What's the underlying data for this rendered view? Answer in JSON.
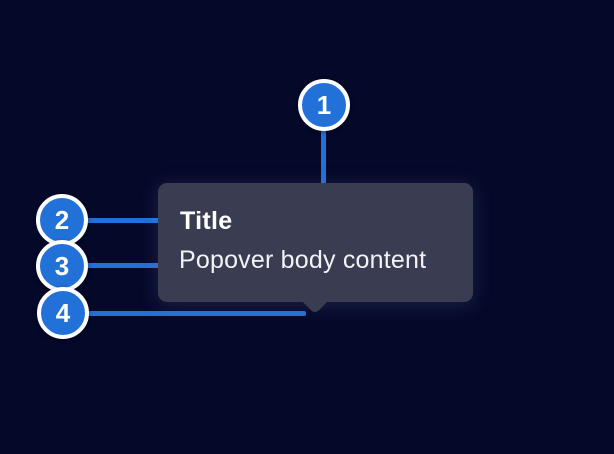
{
  "colors": {
    "background": "#040829",
    "popover_bg": "#3a3d51",
    "accent_blue": "#2171d9",
    "text_primary": "#ffffff"
  },
  "popover": {
    "title": "Title",
    "body": "Popover body content"
  },
  "callouts": [
    {
      "number": "1"
    },
    {
      "number": "2"
    },
    {
      "number": "3"
    },
    {
      "number": "4"
    }
  ]
}
